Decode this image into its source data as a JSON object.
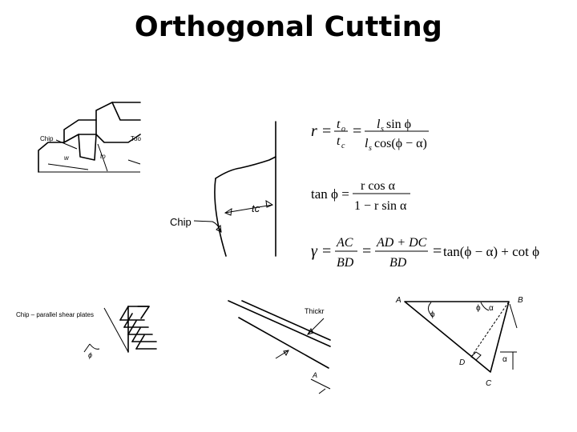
{
  "title": "Orthogonal Cutting",
  "diagram_labels": {
    "chip_small": "Chip",
    "tool_small": "Too",
    "t_o_small": "to",
    "w_small": "w",
    "chip_large": "Chip",
    "t_c_large": "tc",
    "chip_parallel": "Chip – parallel shear plates",
    "phi_small": "ϕ",
    "thickness": "Thickr",
    "delta": "A",
    "tri_A": "A",
    "tri_B": "B",
    "tri_C": "C",
    "tri_D": "D",
    "tri_phi": "ϕ",
    "tri_alpha": "α",
    "tri_phi2": "ϕ",
    "tri_alpha2": "α"
  },
  "equations": {
    "eq1": {
      "lhs": "r",
      "num1": "t",
      "num1_sub": "o",
      "den1": "t",
      "den1_sub": "c",
      "num2": "l",
      "num2_sub": "s",
      "num2_rest": "sin ϕ",
      "den2": "l",
      "den2_sub": "s",
      "den2_rest": "cos(ϕ − α)"
    },
    "eq2": {
      "lhs": "tan ϕ =",
      "num": "r cos α",
      "den": "1 − r sin α"
    },
    "eq3": {
      "lhs": "γ",
      "num1": "AC",
      "den1": "BD",
      "num2": "AD + DC",
      "den2": "BD",
      "rhs": "tan(ϕ − α) + cot ϕ"
    }
  }
}
